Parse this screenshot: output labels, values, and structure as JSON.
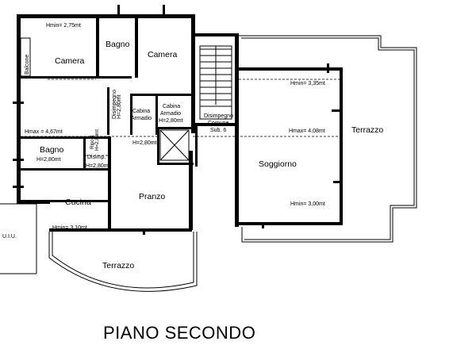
{
  "title": "PIANO SECONDO",
  "rooms": {
    "camera_left": "Camera",
    "bagno_top": "Bagno",
    "camera_right": "Camera",
    "balcone": "Balcone",
    "disimpegno_left": "Disimpegno",
    "cabina_armadio_left_1": "Cabina",
    "cabina_armadio_left_2": "Armadio",
    "cabina_armadio_right_1": "Cabina",
    "cabina_armadio_right_2": "Armadio",
    "disimpegno_comune_1": "Disimpegno",
    "disimpegno_comune_2": "Comune",
    "disimpegno_comune_3": "Sub. 6",
    "terrazzo_right": "Terrazzo",
    "ripost": "Ripost",
    "bagno_left": "Bagno",
    "disimp": "Disimp.",
    "soggiorno": "Soggiorno",
    "cucina": "Cucina",
    "pranzo": "Pranzo",
    "uiu": "U.I.U.",
    "terrazzo_bottom": "Terrazzo"
  },
  "heights": {
    "hmin_275": "Hmin= 2,75mt",
    "hmin_335": "Hmin= 3,35mt",
    "hmax_467": "Hmax = 4,67mt",
    "hmax_408": "Hmax= 4,08mt",
    "disimpegno_h": "H=2,80mt",
    "cabina_h": "H=2,80mt",
    "ripost_h": "H=2,80mt",
    "bagno_h": "H=2,80mt",
    "corridor_h": "H=2,80mt",
    "disimp_h": "H=2,80mt",
    "hmin_300": "Hmin= 3,00mt",
    "hmin_310": "Hmin= 3,10mt"
  }
}
